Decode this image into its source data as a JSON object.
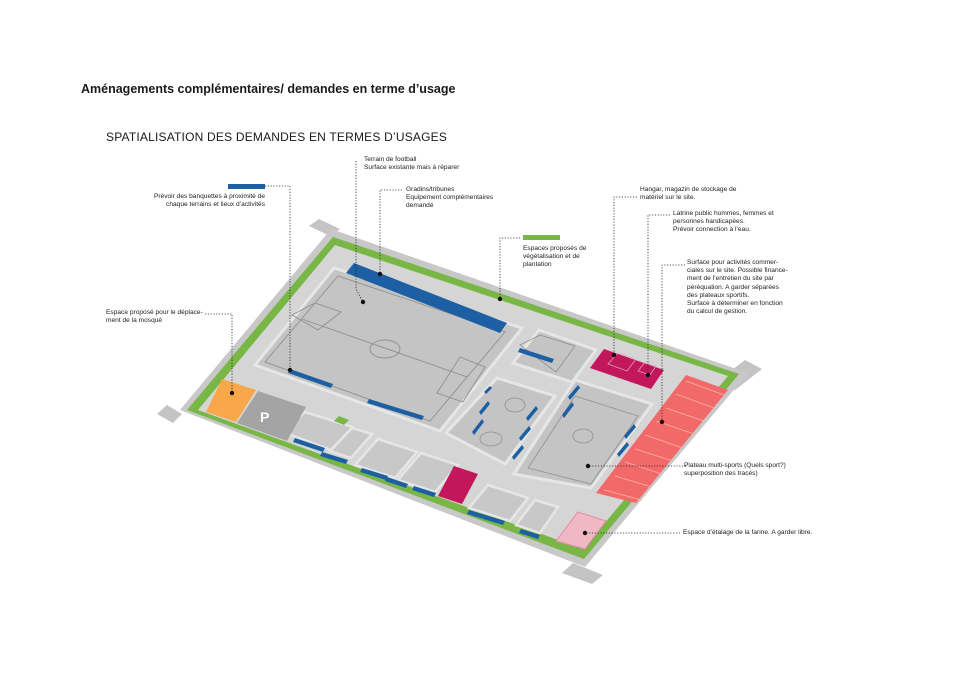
{
  "header": {
    "title": "Aménagements complémentaires/ demandes en terme d’usage",
    "subtitle": "SPATIALISATION DES DEMANDES EN TERMES D’USAGES"
  },
  "colors": {
    "green": "#7ab648",
    "blue": "#1d5fa3",
    "grey": "#b8b8b8",
    "orange": "#f8a84a",
    "magenta": "#c2185b",
    "coral": "#f2696a",
    "pink": "#f0b8c4"
  },
  "plan": {
    "parking_label": "P"
  },
  "annotations": {
    "benches": [
      "Prévoir des banquettes à proximité de",
      "chaque terrains et lieux d’activités"
    ],
    "football": [
      "Terrain de football",
      "Surface existante mais à réparer"
    ],
    "stands": [
      "Gradins/tribunes",
      "Equipement complémentaires",
      "demandé"
    ],
    "green_spaces": [
      "Espaces proposés de",
      "végétalisation et de",
      "plantation"
    ],
    "hangar": [
      "Hangar, magazin de stockage de",
      "matériel sur le site."
    ],
    "latrine": [
      "Latrine public hommes, femmes et",
      "personnes handicapées.",
      "Prévoir connection à l’eau."
    ],
    "commercial": [
      "Surface pour activités commer-",
      "ciales sur le site. Possible finance-",
      "ment de l’entretien     du site par",
      "péréquation. A garder séparées",
      "des plateaux sportifs.",
      "Surface à déterminer en fonction",
      "du calcul de gestion."
    ],
    "mosque": [
      "Espace proposé pour le déplace-",
      "ment de la mosqué"
    ],
    "multisport": [
      "Plateau multi-sports (Quels sport?)",
      "superposition des tracés)"
    ],
    "flour": [
      "Espace d’étalage de la farine. A garder libre."
    ]
  }
}
